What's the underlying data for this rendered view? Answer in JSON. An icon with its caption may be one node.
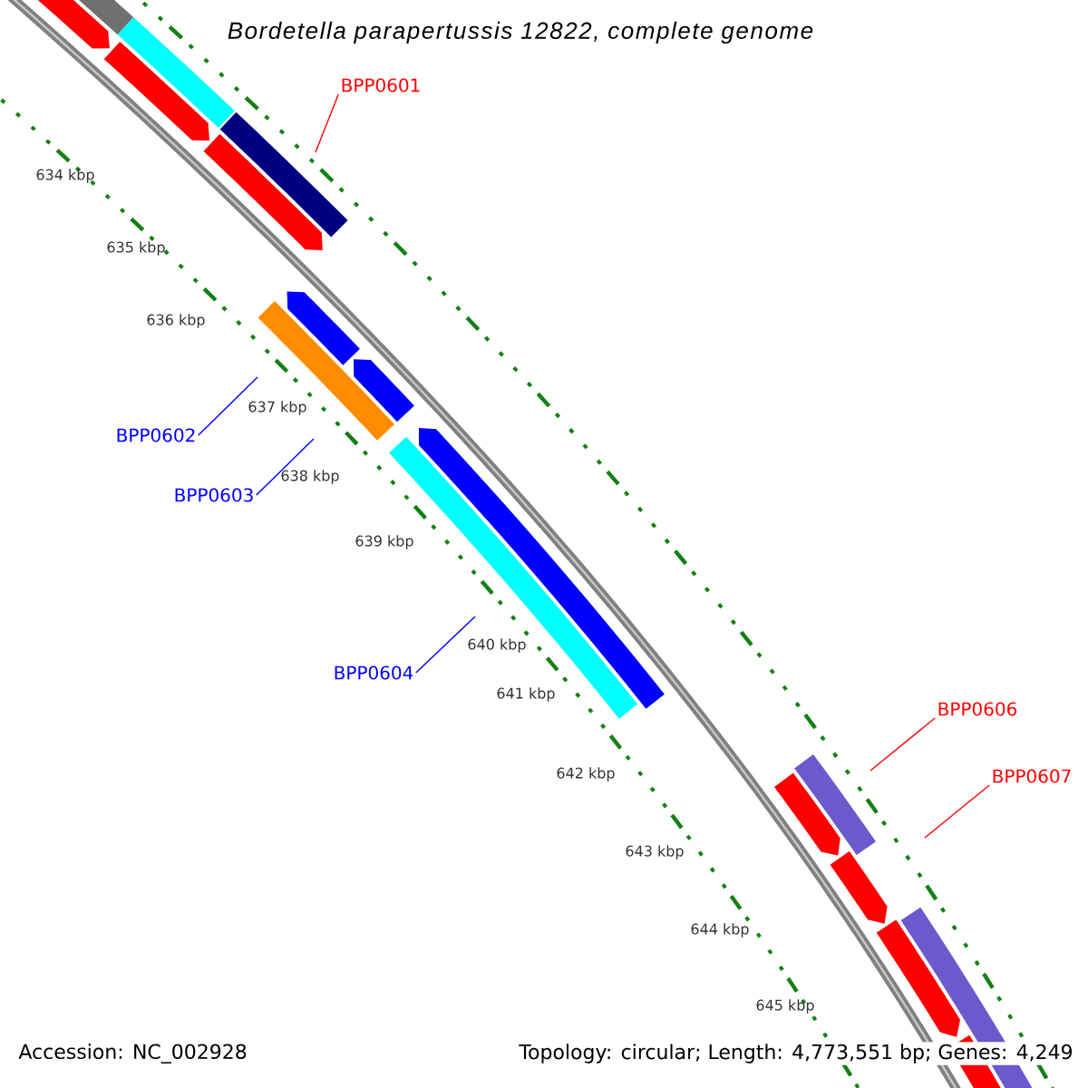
{
  "diagram": {
    "title": "Bordetella parapertussis 12822, complete genome",
    "nodes": [
      {
        "text": [
          "BPP0601"
        ]
      },
      {
        "text": [
          "BPP0602"
        ]
      },
      {
        "text": [
          "BPP0603"
        ]
      },
      {
        "text": [
          "BPP0604"
        ]
      },
      {
        "text": [
          "BPP0606"
        ]
      },
      {
        "text": [
          "BPP0607"
        ]
      }
    ],
    "edges": [
      {
        "from": 0,
        "to": null,
        "arrow": "none"
      },
      {
        "from": 1,
        "to": null,
        "arrow": "none",
        "color": "#0000ff"
      },
      {
        "from": 2,
        "to": null,
        "arrow": "none",
        "color": "#0000ff"
      },
      {
        "from": 3,
        "to": null,
        "arrow": "none",
        "color": "#0000ff"
      },
      {
        "from": 4,
        "to": null,
        "arrow": "none"
      },
      {
        "from": 5,
        "to": null,
        "arrow": "none"
      }
    ],
    "labels": [
      "634 kbp",
      "635 kbp",
      "636 kbp",
      "637 kbp",
      "638 kbp",
      "639 kbp",
      "640 kbp",
      "641 kbp",
      "642 kbp",
      "643 kbp",
      "644 kbp",
      "645 kbp",
      "Accession: NC_002928",
      "Topology: circular; Length: 4,773,551 bp; Genes: 4,249"
    ]
  }
}
